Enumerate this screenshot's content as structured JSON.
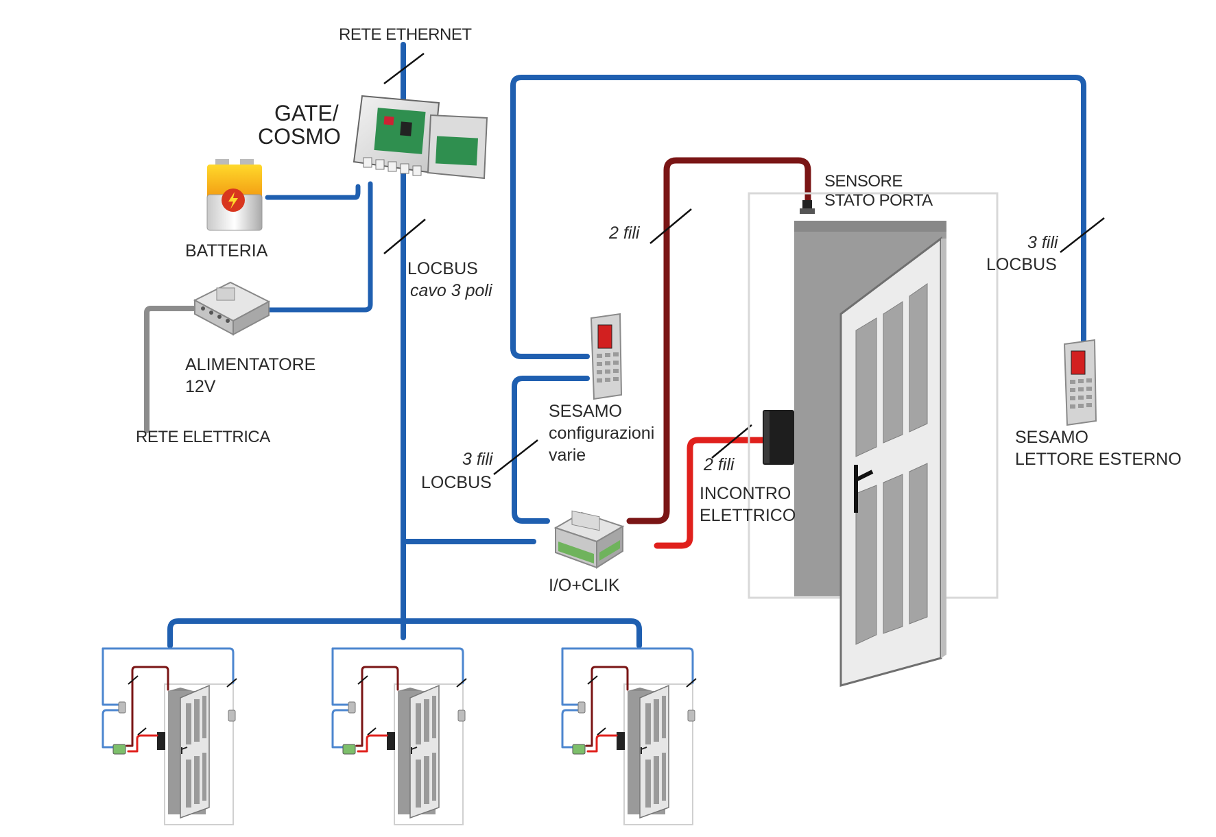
{
  "colors": {
    "locbus": "#1f5fb0",
    "locbus_light": "#4c86cf",
    "sensor_wire": "#7a1515",
    "strike_wire": "#e0201c",
    "mains": "#8c8c8c"
  },
  "labels": {
    "rete_ethernet": "RETE ETHERNET",
    "gate_line1": "GATE/",
    "gate_line2": "COSMO",
    "batteria": "BATTERIA",
    "alimentatore_line1": "ALIMENTATORE",
    "alimentatore_line2": "12V",
    "rete_elettrica": "RETE ELETTRICA",
    "locbus_main": "LOCBUS",
    "cavo_3_poli": "cavo 3 poli",
    "sensore_line1": "SENSORE",
    "sensore_line2": "STATO PORTA",
    "due_fili_sensor": "2 fili",
    "tre_fili_right": "3 fili",
    "locbus_right": "LOCBUS",
    "sesamo_conf_line1": "SESAMO",
    "sesamo_conf_line2": "configurazioni",
    "sesamo_conf_line3": "varie",
    "tre_fili_left": "3 fili",
    "locbus_left": "LOCBUS",
    "due_fili_strike": "2 fili",
    "incontro_line1": "INCONTRO",
    "incontro_line2": "ELETTRICO",
    "sesamo_ext_line1": "SESAMO",
    "sesamo_ext_line2": "LETTORE ESTERNO",
    "io_clik": "I/O+CLIK"
  },
  "icons": {
    "gate": "controller-board-icon",
    "battery": "battery-icon",
    "power_supply": "power-supply-icon",
    "keypad": "keypad-reader-icon",
    "io_module": "io-module-icon",
    "strike": "electric-strike-icon",
    "sensor": "door-sensor-icon",
    "door": "door-icon"
  }
}
